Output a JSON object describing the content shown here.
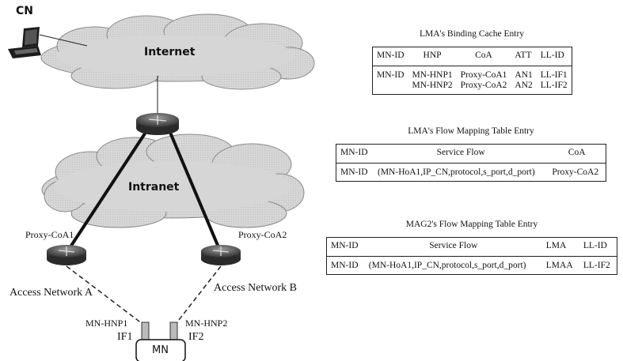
{
  "labels": {
    "cn": "CN",
    "internet": "Internet",
    "intranet": "Intranet",
    "proxy_coa1": "Proxy-CoA1",
    "proxy_coa2": "Proxy-CoA2",
    "access_network_a": "Access Network A",
    "access_network_b": "Access Network B",
    "mn_hnp1": "MN-HNP1",
    "mn_hnp2": "MN-HNP2",
    "if1": "IF1",
    "if2": "IF2",
    "mn": "MN"
  },
  "icons": [
    "laptop-icon",
    "cloud-icon",
    "router-icon",
    "mobile-node-icon"
  ],
  "binding_cache": {
    "title": "LMA's Binding Cache Entry",
    "headers": [
      "MN-ID",
      "HNP",
      "CoA",
      "ATT",
      "LL-ID"
    ],
    "rows": [
      [
        "MN-ID",
        "MN-HNP1",
        "Proxy-CoA1",
        "AN1",
        "LL-IF1"
      ],
      [
        "",
        "MN-HNP2",
        "Proxy-CoA2",
        "AN2",
        "LL-IF2"
      ]
    ]
  },
  "lma_flow": {
    "title": "LMA's Flow Mapping Table Entry",
    "headers": [
      "MN-ID",
      "Service Flow",
      "CoA"
    ],
    "rows": [
      [
        "MN-ID",
        "(MN-HoA1,IP_CN,protocol,s_port,d_port)",
        "Proxy-CoA2"
      ]
    ]
  },
  "mag2_flow": {
    "title": "MAG2's Flow Mapping Table Entry",
    "headers": [
      "MN-ID",
      "Service Flow",
      "LMA",
      "LL-ID"
    ],
    "rows": [
      [
        "MN-ID",
        "(MN-HoA1,IP_CN,protocol,s_port,d_port)",
        "LMAA",
        "LL-IF2"
      ]
    ]
  }
}
